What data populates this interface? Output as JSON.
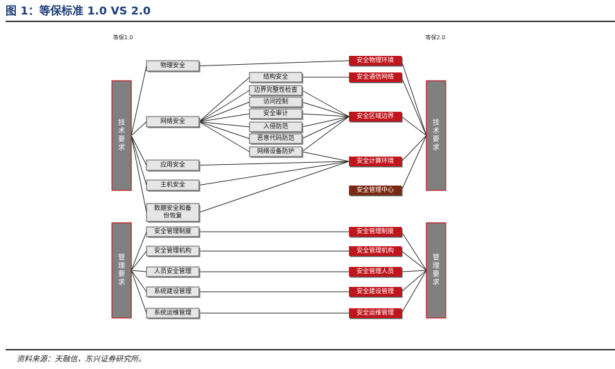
{
  "figure_title": "图 1：等保标准 1.0 VS 2.0",
  "source_note": "资料来源：天融信，东兴证券研究所。",
  "headers": {
    "left": "等保1.0",
    "right": "等保2.0"
  },
  "side_panels": {
    "tech_left": "技术要求",
    "mgmt_left": "管理要求",
    "tech_right": "技术要求",
    "mgmt_right": "管理要求"
  },
  "left_tech_items": [
    "物理安全",
    "网络安全",
    "应用安全",
    "主机安全",
    "数据安全和备份恢复"
  ],
  "network_sub_items": [
    "结构安全",
    "边界完整性检查",
    "访问控制",
    "安全审计",
    "入侵防范",
    "恶意代码防范",
    "网络设备防护"
  ],
  "right_tech_items": [
    "安全物理环境",
    "安全通信网络",
    "安全区域边界",
    "安全计算环境",
    "安全管理中心"
  ],
  "left_mgmt_items": [
    "安全管理制度",
    "安全管理机构",
    "人员安全管理",
    "系统建设管理",
    "系统运维管理"
  ],
  "right_mgmt_items": [
    "安全管理制度",
    "安全管理机构",
    "安全管理人员",
    "安全建设管理",
    "安全运维管理"
  ],
  "colors": {
    "red": "#c0151c",
    "brown": "#7a2a12",
    "gray": "#808080",
    "title": "#1f3f7a"
  }
}
